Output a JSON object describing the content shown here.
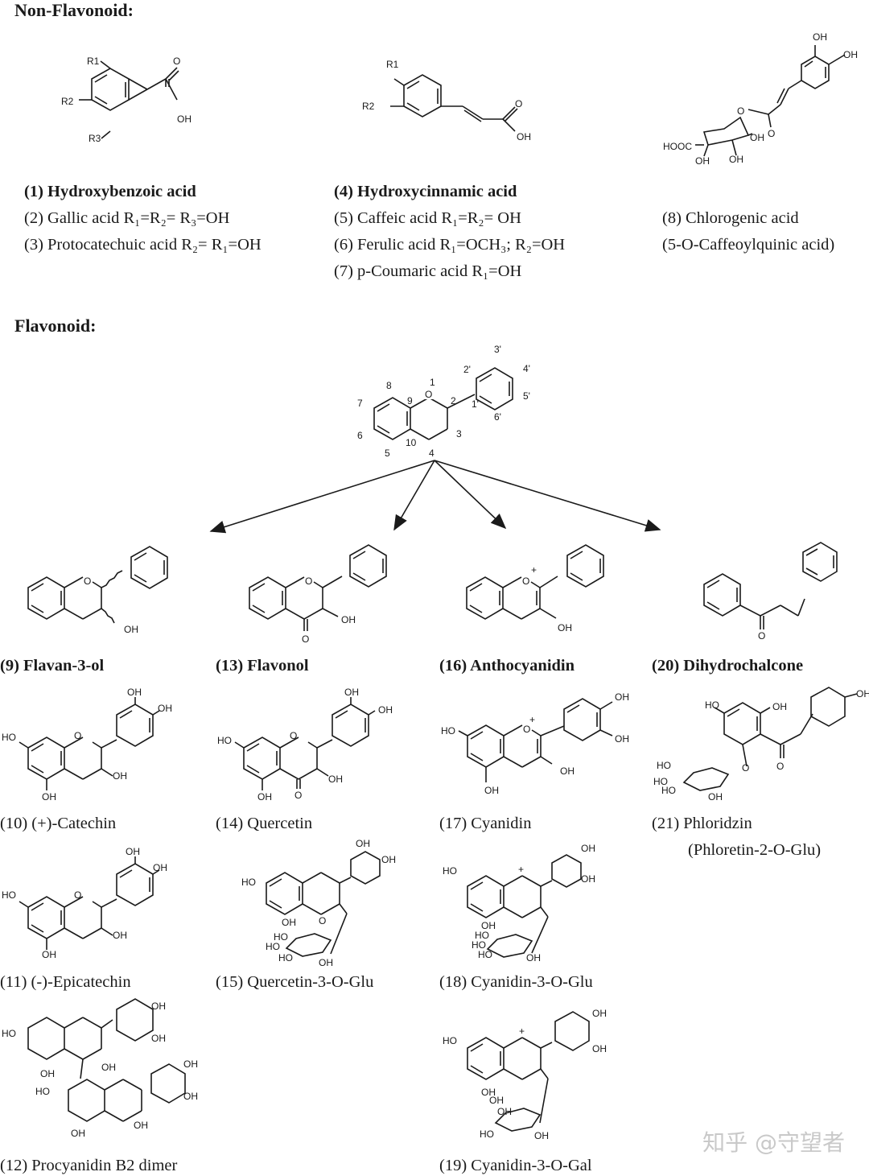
{
  "headers": {
    "non_flavonoid": "Non-Flavonoid:",
    "flavonoid": "Flavonoid:"
  },
  "non_flavonoid": {
    "col1": [
      {
        "t": "(1) Hydroxybenzoic acid",
        "bold": true
      },
      {
        "t": "(2) Gallic acid R₁=R₂= R₃=OH"
      },
      {
        "t": "(3) Protocatechuic acid R₂= R₁=OH"
      }
    ],
    "col2": [
      {
        "t": "(4) Hydroxycinnamic acid",
        "bold": true
      },
      {
        "t": "(5) Caffeic acid R₁=R₂= OH"
      },
      {
        "t": "(6) Ferulic acid R₁=OCH₃; R₂=OH"
      },
      {
        "t": "(7) p-Coumaric acid R₁=OH"
      }
    ],
    "col3": [
      {
        "t": "(8) Chlorogenic acid"
      },
      {
        "t": "(5-O-Caffeoylquinic acid)"
      }
    ]
  },
  "flavonoid": {
    "col1": [
      {
        "t": "(9) Flavan-3-ol",
        "bold": true
      },
      {
        "t": "(10) (+)-Catechin"
      },
      {
        "t": "(11) (-)-Epicatechin"
      },
      {
        "t": "(12) Procyanidin B2 dimer"
      }
    ],
    "col2": [
      {
        "t": "(13) Flavonol",
        "bold": true
      },
      {
        "t": "(14) Quercetin"
      },
      {
        "t": "(15) Quercetin-3-O-Glu"
      }
    ],
    "col3": [
      {
        "t": "(16) Anthocyanidin",
        "bold": true
      },
      {
        "t": "(17) Cyanidin"
      },
      {
        "t": "(18) Cyanidin-3-O-Glu"
      },
      {
        "t": "(19) Cyanidin-3-O-Gal"
      }
    ],
    "col4": [
      {
        "t": "(20) Dihydrochalcone",
        "bold": true
      },
      {
        "t": "(21) Phloridzin"
      },
      {
        "t": "(Phloretin-2-O-Glu)"
      }
    ]
  },
  "atom_labels": {
    "r1": "R1",
    "r2": "R2",
    "r3": "R3",
    "o": "O",
    "oh": "OH",
    "ho": "HO",
    "hooc": "HOOC",
    "pos": [
      "1",
      "2",
      "3",
      "4",
      "5",
      "6",
      "7",
      "8",
      "9",
      "10",
      "1'",
      "2'",
      "3'",
      "4'",
      "5'",
      "6'"
    ]
  },
  "watermark": "知乎 @守望者"
}
